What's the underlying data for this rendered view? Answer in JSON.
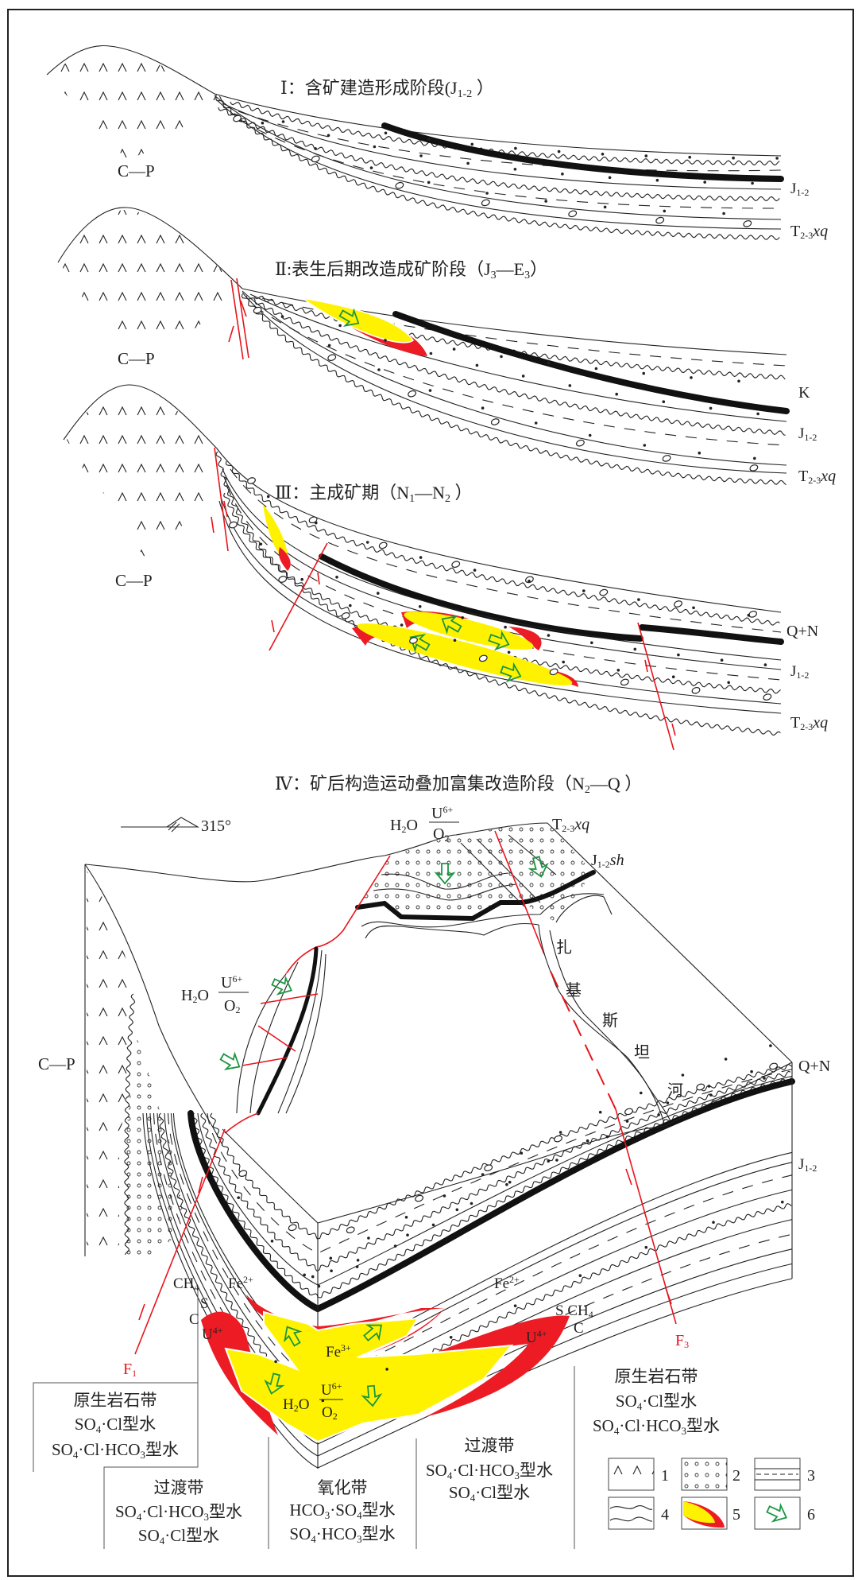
{
  "colors": {
    "ore_yellow": "#fff200",
    "ore_red": "#ed1c24",
    "fault_red": "#e8141c",
    "arrow_green": "#1a9641",
    "ink": "#222222"
  },
  "labels": {
    "s1_title": [
      {
        "t": "Ⅰ：含矿建造形成阶段(J"
      },
      {
        "t": "1-2",
        "s": "sub"
      },
      {
        "t": " ）"
      }
    ],
    "s1_cp": [
      {
        "t": "C—P"
      }
    ],
    "s1_j": [
      {
        "t": "J"
      },
      {
        "t": "1-2",
        "s": "sub"
      }
    ],
    "s1_t": [
      {
        "t": "T"
      },
      {
        "t": "2-3",
        "s": "sub"
      },
      {
        "t": "xq",
        "s": "i"
      }
    ],
    "s2_title": [
      {
        "t": "Ⅱ:表生后期改造成矿阶段（J"
      },
      {
        "t": "3",
        "s": "sub"
      },
      {
        "t": "—E"
      },
      {
        "t": "3",
        "s": "sub"
      },
      {
        "t": "）"
      }
    ],
    "s2_cp": [
      {
        "t": "C—P"
      }
    ],
    "s2_k": [
      {
        "t": "K"
      }
    ],
    "s2_j": [
      {
        "t": "J"
      },
      {
        "t": "1-2",
        "s": "sub"
      }
    ],
    "s2_t": [
      {
        "t": "T"
      },
      {
        "t": "2-3",
        "s": "sub"
      },
      {
        "t": "xq",
        "s": "i"
      }
    ],
    "s3_title": [
      {
        "t": "Ⅲ：主成矿期（N"
      },
      {
        "t": "1",
        "s": "sub"
      },
      {
        "t": "—N"
      },
      {
        "t": "2",
        "s": "sub"
      },
      {
        "t": " ）"
      }
    ],
    "s3_cp": [
      {
        "t": "C—P"
      }
    ],
    "s3_qn": [
      {
        "t": "Q+N"
      }
    ],
    "s3_j": [
      {
        "t": "J"
      },
      {
        "t": "1-2",
        "s": "sub"
      }
    ],
    "s3_t": [
      {
        "t": "T"
      },
      {
        "t": "2-3",
        "s": "sub"
      },
      {
        "t": "xq",
        "s": "i"
      }
    ],
    "s4_title": [
      {
        "t": "Ⅳ：矿后构造运动叠加富集改造阶段（N"
      },
      {
        "t": "2",
        "s": "sub"
      },
      {
        "t": "—Q ）"
      }
    ],
    "s4_azimuth": [
      {
        "t": "315°"
      }
    ],
    "s4_h2o_top": [
      {
        "t": "H"
      },
      {
        "t": "2",
        "s": "sub"
      },
      {
        "t": "O"
      }
    ],
    "s4_u6_top": [
      {
        "t": "U"
      },
      {
        "t": "6+",
        "s": "sup"
      }
    ],
    "s4_o2_top": [
      {
        "t": "O"
      },
      {
        "t": "2",
        "s": "sub"
      }
    ],
    "s4_t": [
      {
        "t": "T"
      },
      {
        "t": "2-3",
        "s": "sub"
      },
      {
        "t": "xq",
        "s": "i"
      }
    ],
    "s4_jsh": [
      {
        "t": "J"
      },
      {
        "t": "1-2",
        "s": "sub"
      },
      {
        "t": "sh",
        "s": "i"
      }
    ],
    "river_1": [
      {
        "t": "扎"
      }
    ],
    "river_2": [
      {
        "t": "基"
      }
    ],
    "river_3": [
      {
        "t": "斯"
      }
    ],
    "river_4": [
      {
        "t": "坦"
      }
    ],
    "river_5": [
      {
        "t": "河"
      }
    ],
    "s4_h2o_left": [
      {
        "t": "H"
      },
      {
        "t": "2",
        "s": "sub"
      },
      {
        "t": "O"
      }
    ],
    "s4_u6_left": [
      {
        "t": "U"
      },
      {
        "t": "6+",
        "s": "sup"
      }
    ],
    "s4_o2_left": [
      {
        "t": "O"
      },
      {
        "t": "2",
        "s": "sub"
      }
    ],
    "s4_cp": [
      {
        "t": "C—P"
      }
    ],
    "s4_qn": [
      {
        "t": "Q+N"
      }
    ],
    "s4_j": [
      {
        "t": "J"
      },
      {
        "t": "1-2",
        "s": "sub"
      }
    ],
    "ch4_left": [
      {
        "t": "CH"
      },
      {
        "t": "4",
        "s": "sub"
      }
    ],
    "s_left": [
      {
        "t": "S"
      }
    ],
    "c_left": [
      {
        "t": "C"
      }
    ],
    "u4_left": [
      {
        "t": "U"
      },
      {
        "t": "4+",
        "s": "sup"
      }
    ],
    "fe2_left": [
      {
        "t": "Fe"
      },
      {
        "t": "2+",
        "s": "sup"
      }
    ],
    "fe3": [
      {
        "t": "Fe"
      },
      {
        "t": "3+",
        "s": "sup"
      }
    ],
    "h2o_center": [
      {
        "t": "H"
      },
      {
        "t": "2",
        "s": "sub"
      },
      {
        "t": "O"
      }
    ],
    "u6_center": [
      {
        "t": "U"
      },
      {
        "t": "6+",
        "s": "sup"
      }
    ],
    "o2_center": [
      {
        "t": "O"
      },
      {
        "t": "2",
        "s": "sub"
      }
    ],
    "fe2_right": [
      {
        "t": "Fe"
      },
      {
        "t": "2+",
        "s": "sup"
      }
    ],
    "s_ch4_right": [
      {
        "t": "S CH"
      },
      {
        "t": "4",
        "s": "sub"
      }
    ],
    "c_right": [
      {
        "t": "C"
      }
    ],
    "u4_right": [
      {
        "t": "U"
      },
      {
        "t": "4+",
        "s": "sup"
      }
    ],
    "f1": [
      {
        "t": "F"
      },
      {
        "t": "1",
        "s": "sub"
      }
    ],
    "f3": [
      {
        "t": "F"
      },
      {
        "t": "3",
        "s": "sub"
      }
    ],
    "zone1_a": [
      {
        "t": "原生岩石带"
      }
    ],
    "zone1_b": [
      {
        "t": "SO"
      },
      {
        "t": "4",
        "s": "sub"
      },
      {
        "t": "·Cl型水"
      }
    ],
    "zone1_c": [
      {
        "t": "SO"
      },
      {
        "t": "4",
        "s": "sub"
      },
      {
        "t": "·Cl·HCO"
      },
      {
        "t": "3",
        "s": "sub"
      },
      {
        "t": "型水"
      }
    ],
    "zone2_a": [
      {
        "t": "过渡带"
      }
    ],
    "zone2_b": [
      {
        "t": "SO"
      },
      {
        "t": "4",
        "s": "sub"
      },
      {
        "t": "·Cl·HCO"
      },
      {
        "t": "3",
        "s": "sub"
      },
      {
        "t": "型水"
      }
    ],
    "zone2_c": [
      {
        "t": "SO"
      },
      {
        "t": "4",
        "s": "sub"
      },
      {
        "t": "·Cl型水"
      }
    ],
    "zone3_a": [
      {
        "t": "氧化带"
      }
    ],
    "zone3_b": [
      {
        "t": "HCO"
      },
      {
        "t": "3",
        "s": "sub"
      },
      {
        "t": "·SO"
      },
      {
        "t": "4",
        "s": "sub"
      },
      {
        "t": "型水"
      }
    ],
    "zone3_c": [
      {
        "t": "SO"
      },
      {
        "t": "4",
        "s": "sub"
      },
      {
        "t": "·HCO"
      },
      {
        "t": "3",
        "s": "sub"
      },
      {
        "t": "型水"
      }
    ],
    "zone4_a": [
      {
        "t": "过渡带"
      }
    ],
    "zone4_b": [
      {
        "t": "SO"
      },
      {
        "t": "4",
        "s": "sub"
      },
      {
        "t": "·Cl·HCO"
      },
      {
        "t": "3",
        "s": "sub"
      },
      {
        "t": "型水"
      }
    ],
    "zone4_c": [
      {
        "t": "SO"
      },
      {
        "t": "4",
        "s": "sub"
      },
      {
        "t": "·Cl型水"
      }
    ],
    "zone5_a": [
      {
        "t": "原生岩石带"
      }
    ],
    "zone5_b": [
      {
        "t": "SO"
      },
      {
        "t": "4",
        "s": "sub"
      },
      {
        "t": "·Cl型水"
      }
    ],
    "zone5_c": [
      {
        "t": "SO"
      },
      {
        "t": "4",
        "s": "sub"
      },
      {
        "t": "·Cl·HCO"
      },
      {
        "t": "3",
        "s": "sub"
      },
      {
        "t": "型水"
      }
    ],
    "legend_1": [
      {
        "t": "1"
      }
    ],
    "legend_2": [
      {
        "t": "2"
      }
    ],
    "legend_3": [
      {
        "t": "3"
      }
    ],
    "legend_4": [
      {
        "t": "4"
      }
    ],
    "legend_5": [
      {
        "t": "5"
      }
    ],
    "legend_6": [
      {
        "t": "6"
      }
    ]
  },
  "legend_symbols": [
    "volcanic-rock",
    "conglomerate-sandstone",
    "mudstone-siltstone",
    "unconformity",
    "ore-body-oxidation-front",
    "groundwater-flow-direction"
  ]
}
